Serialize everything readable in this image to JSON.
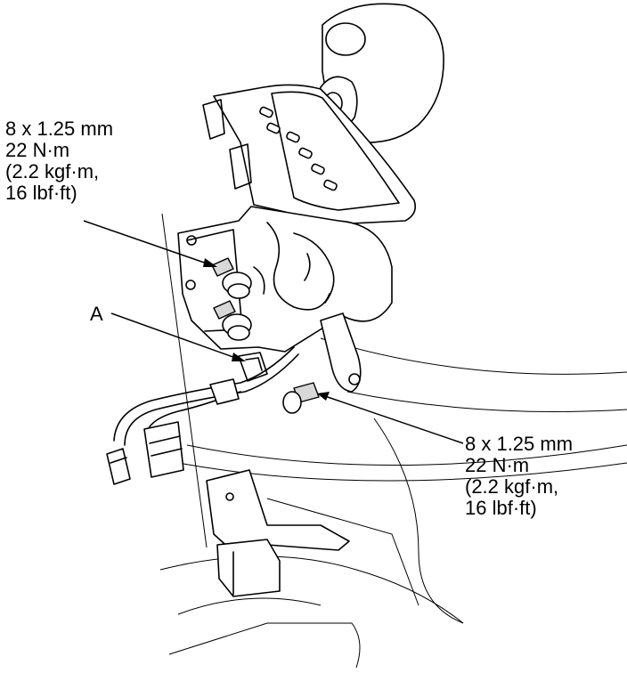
{
  "callouts": {
    "left_spec": {
      "size": "8 x 1.25 mm",
      "torque_nm": "22 N·m",
      "torque_kgf": "(2.2 kgf·m,",
      "torque_lbf": "16 lbf·ft)"
    },
    "right_spec": {
      "size": "8 x 1.25 mm",
      "torque_nm": "22 N·m",
      "torque_kgf": "(2.2 kgf·m,",
      "torque_lbf": "16 lbf·ft)"
    },
    "part_a": "A"
  }
}
